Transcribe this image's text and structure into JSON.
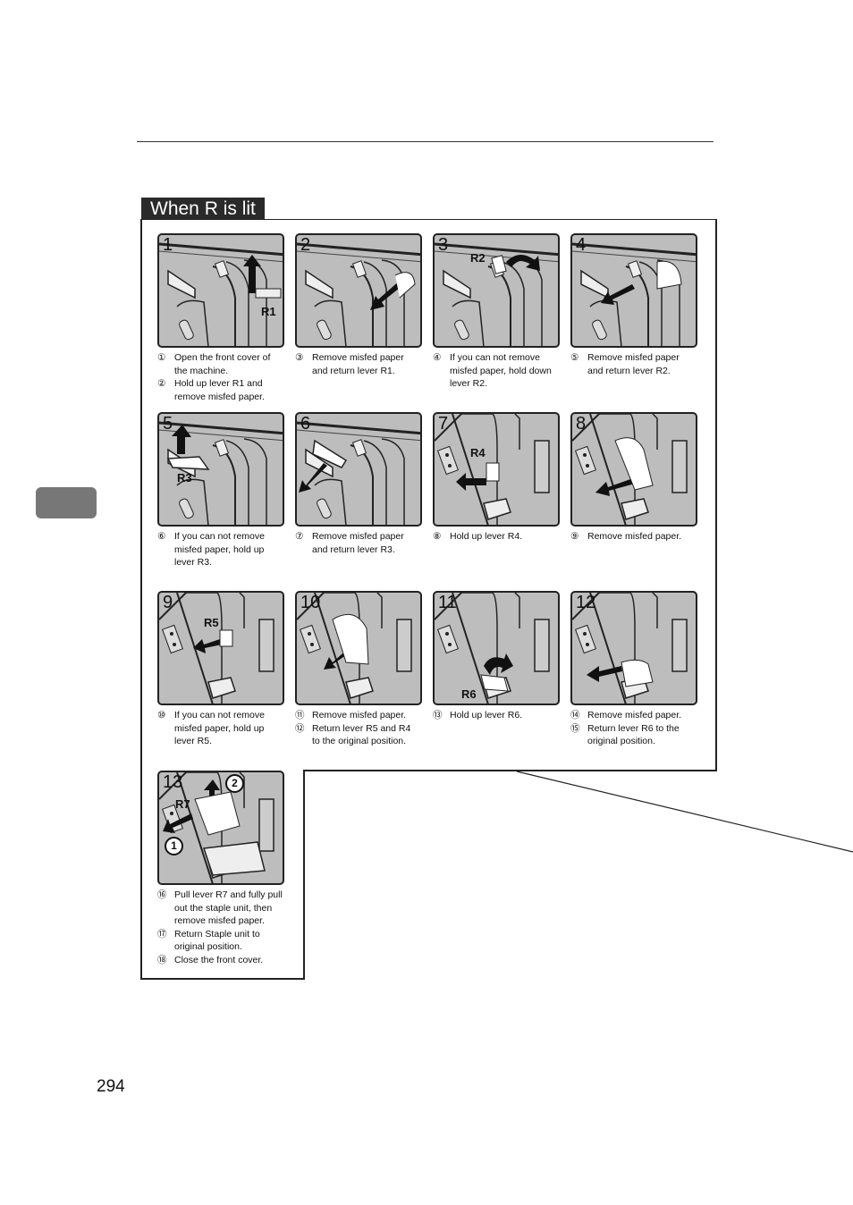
{
  "section_title": "When R is lit",
  "page_number": "294",
  "steps": [
    {
      "num": "1",
      "lever": "R1"
    },
    {
      "num": "2",
      "lever": ""
    },
    {
      "num": "3",
      "lever": "R2"
    },
    {
      "num": "4",
      "lever": ""
    },
    {
      "num": "5",
      "lever": "R3"
    },
    {
      "num": "6",
      "lever": ""
    },
    {
      "num": "7",
      "lever": "R4"
    },
    {
      "num": "8",
      "lever": ""
    },
    {
      "num": "9",
      "lever": "R5"
    },
    {
      "num": "10",
      "lever": ""
    },
    {
      "num": "11",
      "lever": "R6"
    },
    {
      "num": "12",
      "lever": ""
    },
    {
      "num": "13",
      "lever": "R7",
      "callout1": "1",
      "callout2": "2"
    }
  ],
  "captions": [
    [
      {
        "mark": "①",
        "text": "Open the front cover of"
      },
      {
        "mark": "",
        "text": "the machine."
      },
      {
        "mark": "②",
        "text": "Hold up lever R1 and"
      },
      {
        "mark": "",
        "text": "remove misfed paper."
      }
    ],
    [
      {
        "mark": "③",
        "text": "Remove misfed paper"
      },
      {
        "mark": "",
        "text": "and return lever R1."
      }
    ],
    [
      {
        "mark": "④",
        "text": "If you can not remove"
      },
      {
        "mark": "",
        "text": "misfed paper, hold down"
      },
      {
        "mark": "",
        "text": "lever R2."
      }
    ],
    [
      {
        "mark": "⑤",
        "text": "Remove misfed paper"
      },
      {
        "mark": "",
        "text": "and return lever R2."
      }
    ],
    [
      {
        "mark": "⑥",
        "text": "If you can not remove"
      },
      {
        "mark": "",
        "text": "misfed paper, hold up"
      },
      {
        "mark": "",
        "text": "lever R3."
      }
    ],
    [
      {
        "mark": "⑦",
        "text": "Remove misfed paper"
      },
      {
        "mark": "",
        "text": "and return lever R3."
      }
    ],
    [
      {
        "mark": "⑧",
        "text": "Hold up lever R4."
      }
    ],
    [
      {
        "mark": "⑨",
        "text": "Remove misfed paper."
      }
    ],
    [
      {
        "mark": "⑩",
        "text": "If you can not remove"
      },
      {
        "mark": "",
        "text": "misfed paper, hold up"
      },
      {
        "mark": "",
        "text": "lever R5."
      }
    ],
    [
      {
        "mark": "⑪",
        "text": "Remove misfed paper."
      },
      {
        "mark": "⑫",
        "text": "Return lever R5 and R4"
      },
      {
        "mark": "",
        "text": "to the original position."
      }
    ],
    [
      {
        "mark": "⑬",
        "text": "Hold up lever R6."
      }
    ],
    [
      {
        "mark": "⑭",
        "text": "Remove misfed paper."
      },
      {
        "mark": "⑮",
        "text": "Return lever R6 to the"
      },
      {
        "mark": "",
        "text": "original position."
      }
    ],
    [
      {
        "mark": "⑯",
        "text": "Pull lever R7 and fully pull"
      },
      {
        "mark": "",
        "text": "out the staple unit, then"
      },
      {
        "mark": "",
        "text": "remove misfed paper."
      },
      {
        "mark": "⑰",
        "text": "Return Staple unit to"
      },
      {
        "mark": "",
        "text": "original position."
      },
      {
        "mark": "⑱",
        "text": "Close the front cover."
      }
    ]
  ]
}
